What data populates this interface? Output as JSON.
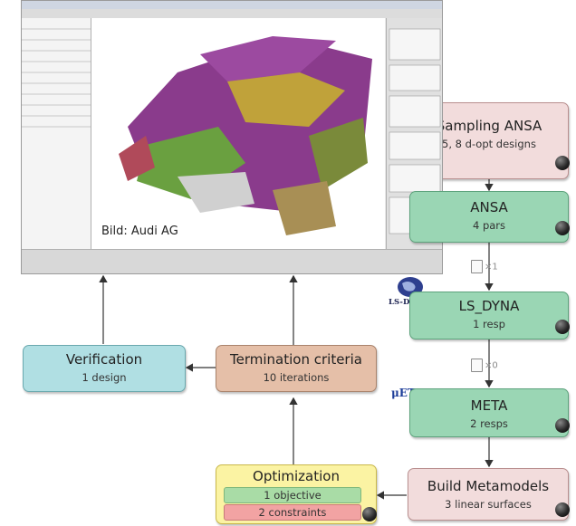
{
  "screenshot": {
    "credit": "Bild: Audi AG"
  },
  "nodes": {
    "sampling": {
      "title": "Sampling ANSA",
      "subtitle": "5, 8 d-opt designs",
      "color": "#f2dcdc",
      "border": "#b98f8f"
    },
    "ansa": {
      "title": "ANSA",
      "subtitle": "4 pars",
      "color": "#9ad6b4",
      "border": "#5ea37d"
    },
    "ls_dyna": {
      "title": "LS_DYNA",
      "subtitle": "1 resp",
      "color": "#9ad6b4",
      "border": "#5ea37d"
    },
    "meta": {
      "title": "META",
      "subtitle": "2 resps",
      "color": "#9ad6b4",
      "border": "#5ea37d"
    },
    "build": {
      "title": "Build Metamodels",
      "subtitle": "3 linear surfaces",
      "color": "#f2dcdc",
      "border": "#b98f8f"
    },
    "optimization": {
      "title": "Optimization",
      "objective": "1 objective",
      "constraints": "2 constraints",
      "color": "#fbf3a3",
      "border": "#c9b84a"
    },
    "termination": {
      "title": "Termination criteria",
      "subtitle": "10 iterations",
      "color": "#e5bfa8",
      "border": "#a9836c"
    },
    "verification": {
      "title": "Verification",
      "subtitle": "1 design",
      "color": "#b0dfe3",
      "border": "#6aa8ae"
    }
  },
  "transfers": {
    "ansa_to_lsdyna": "×1",
    "lsdyna_to_meta": "×0"
  },
  "logos": {
    "ls_dyna": "LS-DYNA",
    "meta": "μETA"
  },
  "icons": [
    "globe-icon",
    "document-icon",
    "status-ball-icon"
  ]
}
